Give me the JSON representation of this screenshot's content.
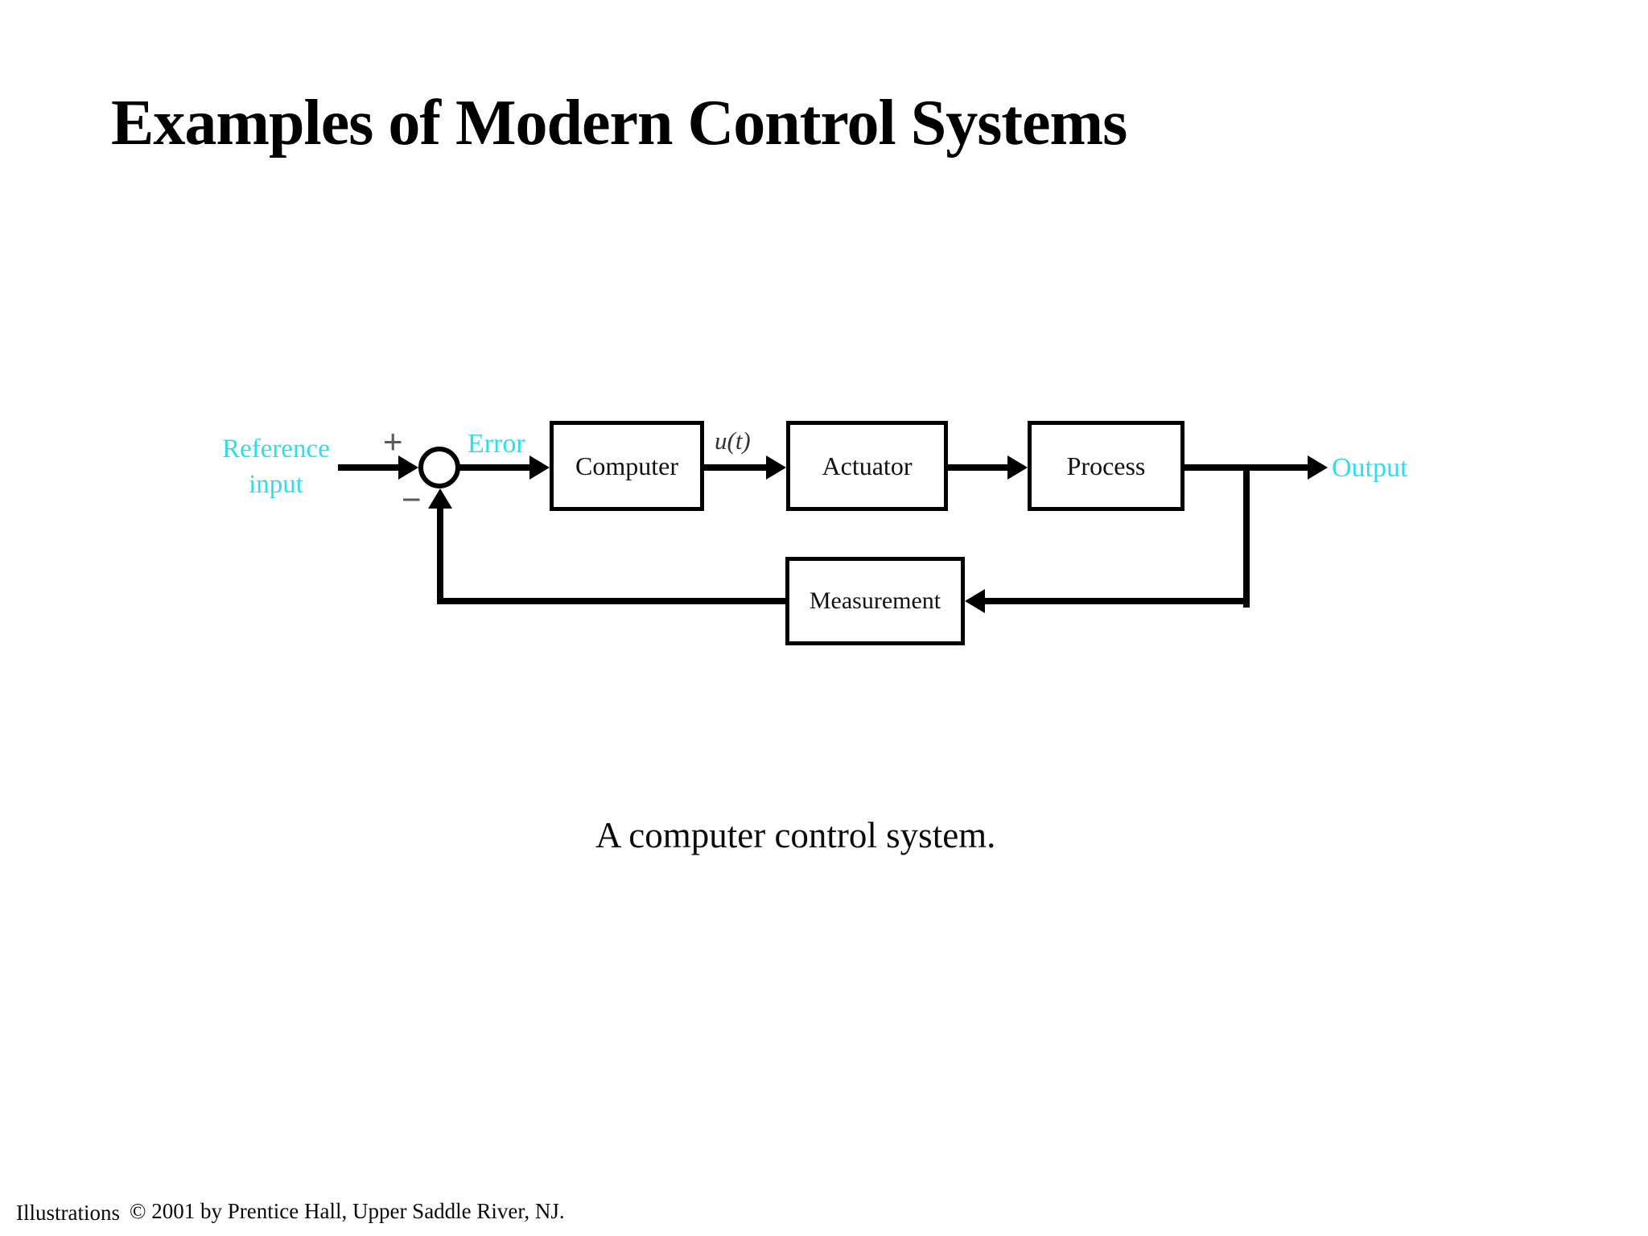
{
  "slide": {
    "title": "Examples of Modern Control Systems",
    "caption": "A computer control system.",
    "footer": {
      "left": "Illustrations",
      "right": "© 2001 by Prentice Hall, Upper Saddle River, NJ."
    }
  },
  "diagram": {
    "type": "feedback-block-diagram",
    "labels": {
      "reference_line1": "Reference",
      "reference_line2": "input",
      "plus_sign": "+",
      "minus_sign": "−",
      "error": "Error",
      "control_signal": "u(t)",
      "output": "Output"
    },
    "blocks": [
      {
        "id": "computer",
        "label": "Computer"
      },
      {
        "id": "actuator",
        "label": "Actuator"
      },
      {
        "id": "process",
        "label": "Process"
      },
      {
        "id": "measurement",
        "label": "Measurement"
      }
    ],
    "connections": [
      {
        "from": "reference-input",
        "to": "summing-junction",
        "sign": "+"
      },
      {
        "from": "summing-junction",
        "to": "computer",
        "signal": "Error"
      },
      {
        "from": "computer",
        "to": "actuator",
        "signal": "u(t)"
      },
      {
        "from": "actuator",
        "to": "process"
      },
      {
        "from": "process",
        "to": "output"
      },
      {
        "from": "process",
        "to": "measurement",
        "path": "feedback"
      },
      {
        "from": "measurement",
        "to": "summing-junction",
        "sign": "−"
      }
    ],
    "colors": {
      "signal_label_cyan": "#2bdeee",
      "diagram_black": "#000000",
      "background": "#ffffff"
    }
  }
}
